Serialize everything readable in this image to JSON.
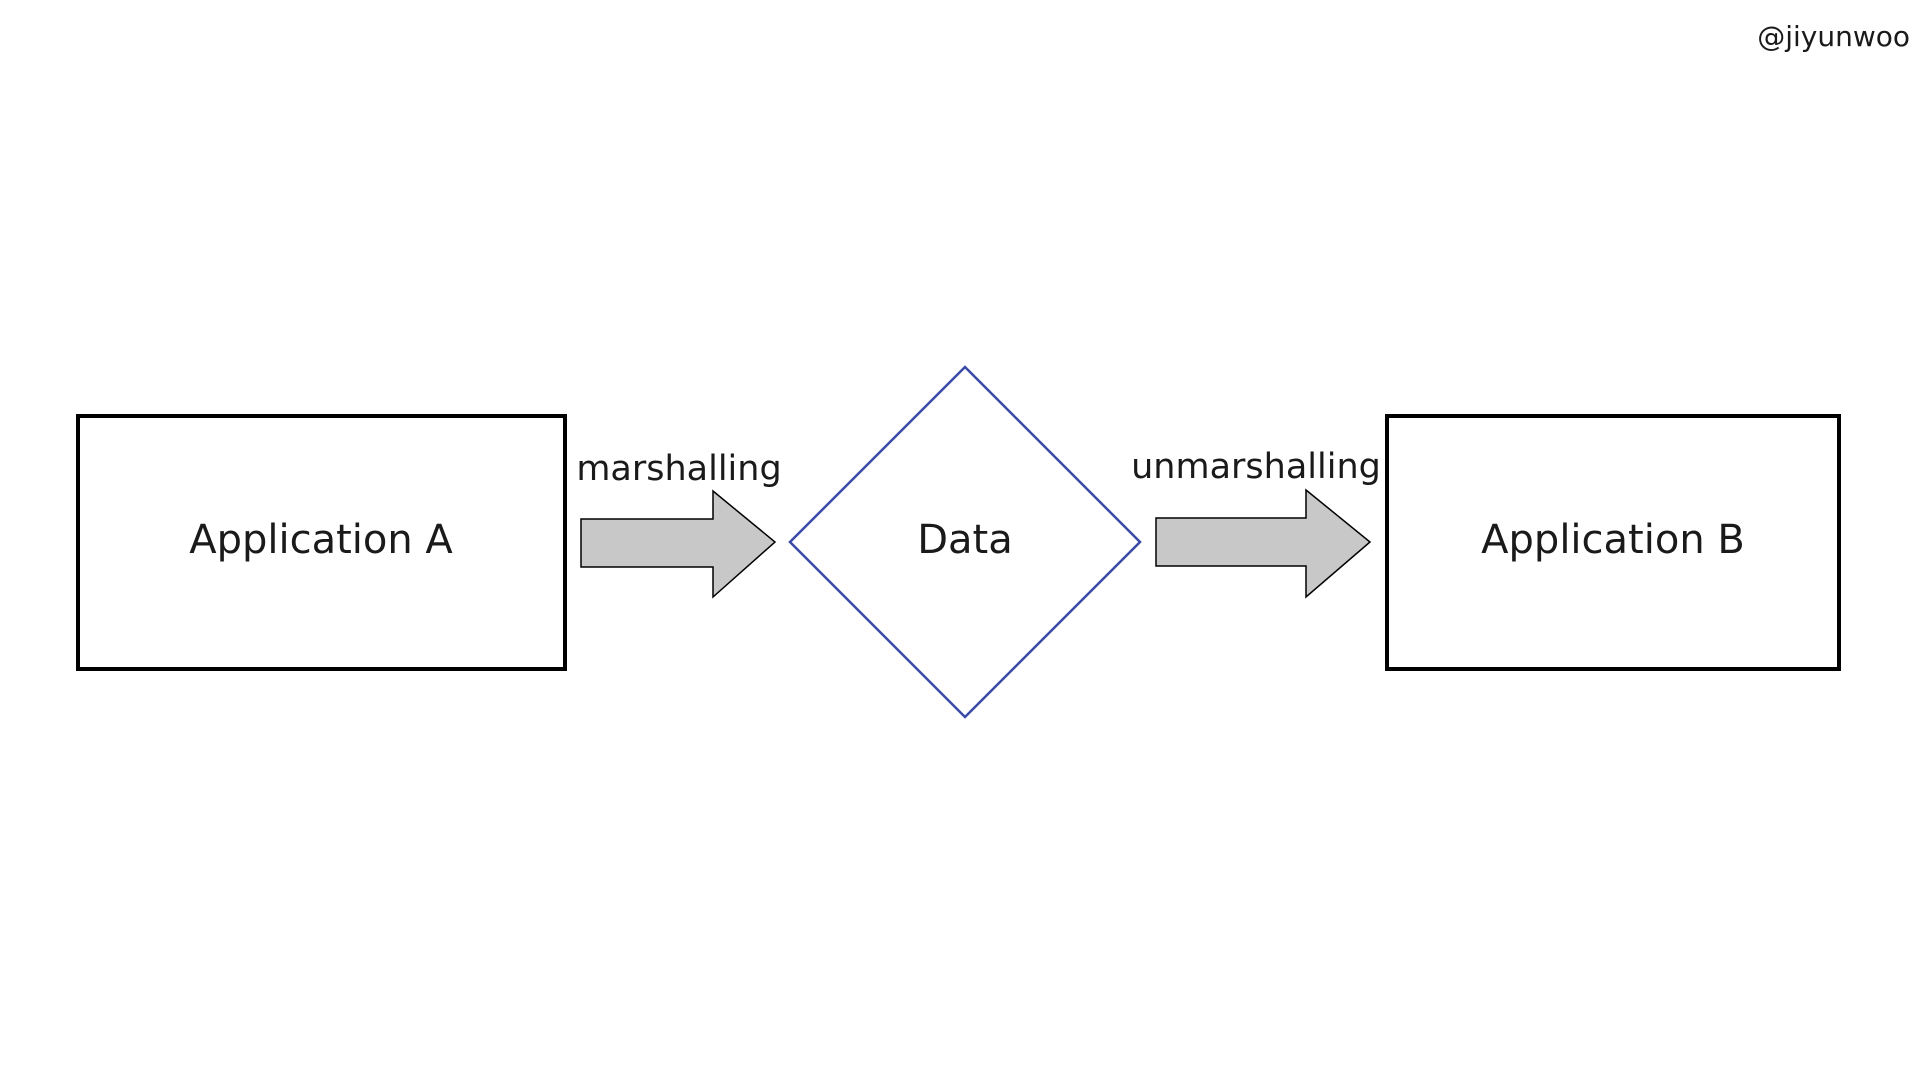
{
  "credit": "@jiyunwoo",
  "nodes": {
    "app_a": {
      "label": "Application A"
    },
    "data": {
      "label": "Data"
    },
    "app_b": {
      "label": "Application B"
    }
  },
  "edges": {
    "marshalling": {
      "label": "marshalling"
    },
    "unmarshalling": {
      "label": "unmarshalling"
    }
  },
  "colors": {
    "box_stroke": "#000000",
    "diamond_stroke": "#3a4aa8",
    "arrow_fill": "#c8c8c8",
    "arrow_stroke": "#000000",
    "text": "#1a1a1a"
  }
}
